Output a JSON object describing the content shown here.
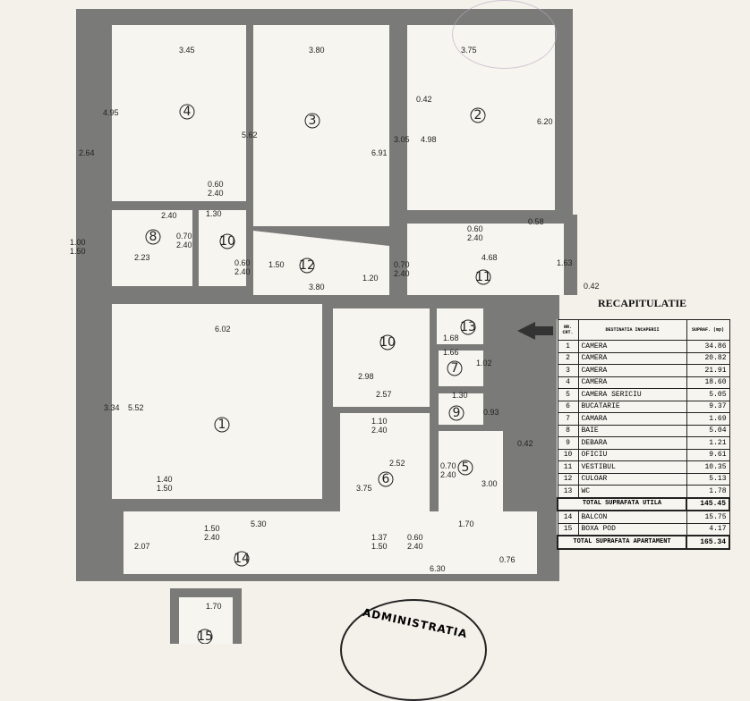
{
  "plan": {
    "rooms": [
      "1",
      "2",
      "3",
      "4",
      "5",
      "6",
      "7",
      "8",
      "9",
      "10",
      "10",
      "11",
      "12",
      "13",
      "14",
      "15"
    ],
    "dimensions": [
      "3.45",
      "3.80",
      "3.75",
      "4.95",
      "5.62",
      "6.91",
      "4.98",
      "3.05",
      "2.64",
      "6.20",
      "0.42",
      "2.40",
      "2.23",
      "1.30",
      "0.60\n2.40",
      "0.70\n2.40",
      "1.00\n1.50",
      "0.60\n2.40",
      "1.50",
      "3.80",
      "1.20",
      "4.68",
      "0.60\n2.40",
      "0.70\n2.40",
      "0.58",
      "1.63",
      "0.42",
      "6.02",
      "3.34",
      "5.52",
      "2.98",
      "2.57",
      "1.68",
      "1.66",
      "1.02",
      "1.30",
      "0.93",
      "2.52",
      "3.75",
      "3.00",
      "1.70",
      "5.30",
      "2.07",
      "6.30",
      "1.40\n1.50",
      "1.50\n2.40",
      "1.37\n1.50",
      "0.60\n2.40",
      "0.70\n2.40",
      "1.10\n2.40",
      "0.76",
      "1.70",
      "0.42"
    ]
  },
  "recap": {
    "title": "RECAPITULATIE",
    "headers": [
      "NR. CRT.",
      "DESTINATIA INCAPERII",
      "SUPRAF. (mp)"
    ],
    "rows": [
      {
        "nr": "1",
        "name": "CAMERA",
        "area": "34.86"
      },
      {
        "nr": "2",
        "name": "CAMERA",
        "area": "20.82"
      },
      {
        "nr": "3",
        "name": "CAMERA",
        "area": "21.91"
      },
      {
        "nr": "4",
        "name": "CAMERA",
        "area": "18.60"
      },
      {
        "nr": "5",
        "name": "CAMERA SERICIU",
        "area": "5.05"
      },
      {
        "nr": "6",
        "name": "BUCATARIE",
        "area": "9.37"
      },
      {
        "nr": "7",
        "name": "CAMARA",
        "area": "1.69"
      },
      {
        "nr": "8",
        "name": "BAIE",
        "area": "5.04"
      },
      {
        "nr": "9",
        "name": "DEBARA",
        "area": "1.21"
      },
      {
        "nr": "10",
        "name": "OFICIU",
        "area": "9.61"
      },
      {
        "nr": "11",
        "name": "VESTIBUL",
        "area": "10.35"
      },
      {
        "nr": "12",
        "name": "CULOAR",
        "area": "5.13"
      },
      {
        "nr": "13",
        "name": "WC",
        "area": "1.78"
      }
    ],
    "total_util": {
      "label": "TOTAL SUPRAFATA UTILA",
      "area": "145.45"
    },
    "extra_rows": [
      {
        "nr": "14",
        "name": "BALCON",
        "area": "15.75"
      },
      {
        "nr": "15",
        "name": "BOXA POD",
        "area": "4.17"
      }
    ],
    "total_apt": {
      "label": "TOTAL SUPRAFATA APARTAMENT",
      "area": "165.34"
    }
  },
  "stamp_text": "ADMINISTRATIA"
}
